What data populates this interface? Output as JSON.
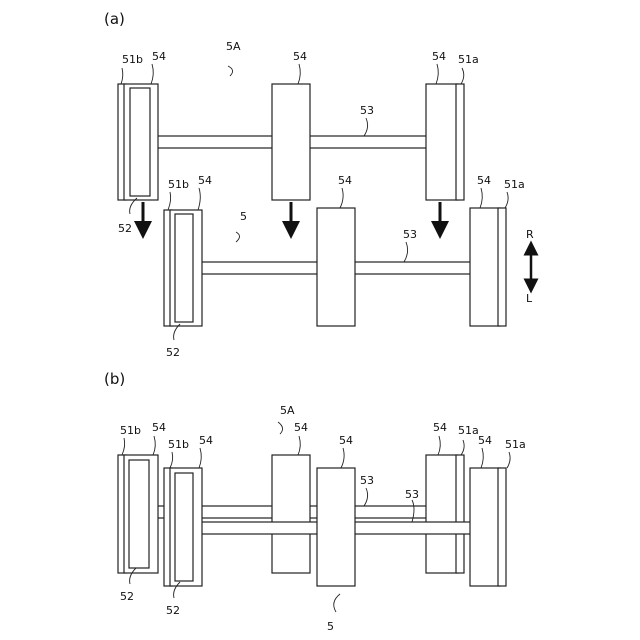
{
  "panels": [
    {
      "id": "a",
      "label": "(a)",
      "assembly_top": {
        "ref": "5A",
        "labels": {
          "left_end": "51b",
          "left_wheel": "54",
          "mid_wheel": "54",
          "right_wheel": "54",
          "right_end": "51a",
          "axle": "53",
          "inner": "52"
        }
      },
      "assembly_bottom": {
        "ref": "5",
        "labels": {
          "left_end": "51b",
          "left_wheel": "54",
          "mid_wheel": "54",
          "right_wheel": "54",
          "right_end": "51a",
          "axle": "53",
          "inner": "52"
        }
      },
      "direction": {
        "up": "R",
        "down": "L"
      }
    },
    {
      "id": "b",
      "label": "(b)",
      "assembly_top": {
        "ref": "5A",
        "labels": {
          "left_end": "51b",
          "left_wheel": "54",
          "mid_wheel": "54",
          "right_wheel": "54",
          "right_end": "51a",
          "axle": "53",
          "inner": "52"
        }
      },
      "assembly_bottom": {
        "ref": "5",
        "labels": {
          "left_end": "51b",
          "left_wheel": "54",
          "mid_wheel": "54",
          "right_wheel": "54",
          "right_end": "51a",
          "axle": "53",
          "inner": "52"
        }
      }
    }
  ]
}
